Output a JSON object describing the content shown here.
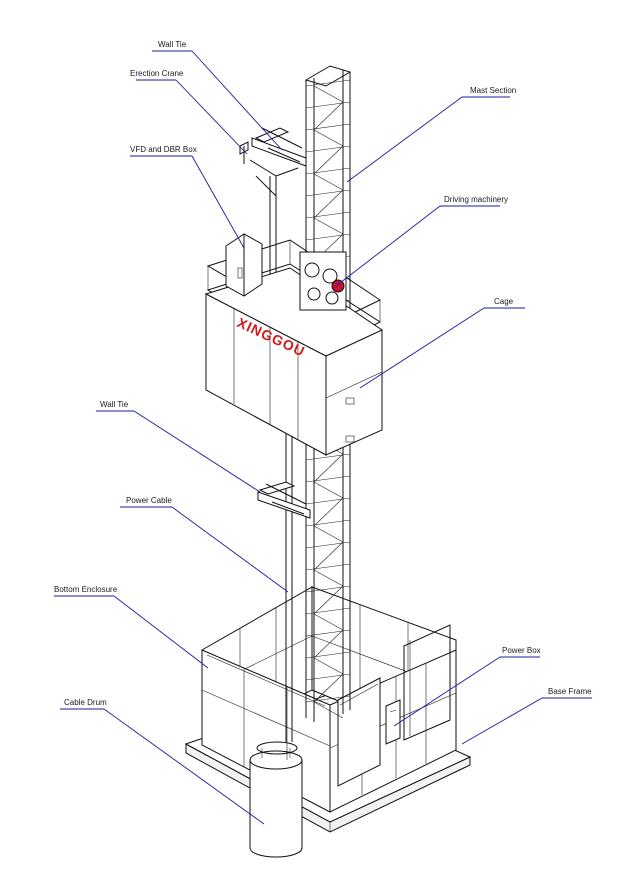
{
  "diagram": {
    "brand_text": "XINGGOU",
    "labels": {
      "wall_tie_top": "Wall Tie",
      "erection_crane": "Erection Crane",
      "vfd_dbr_box": "VFD and DBR Box",
      "mast_section": "Mast Section",
      "driving_machinery": "Driving machinery",
      "cage": "Cage",
      "wall_tie_mid": "Wall Tie",
      "power_cable": "Power Cable",
      "bottom_enclosure": "Bottom Enclosure",
      "cable_drum": "Cable Drum",
      "power_box": "Power Box",
      "base_frame": "Base Frame"
    },
    "colors": {
      "leader_line": "#1c1c9c",
      "drawing_ink": "#111111",
      "brand_red": "#d11a1a"
    }
  }
}
